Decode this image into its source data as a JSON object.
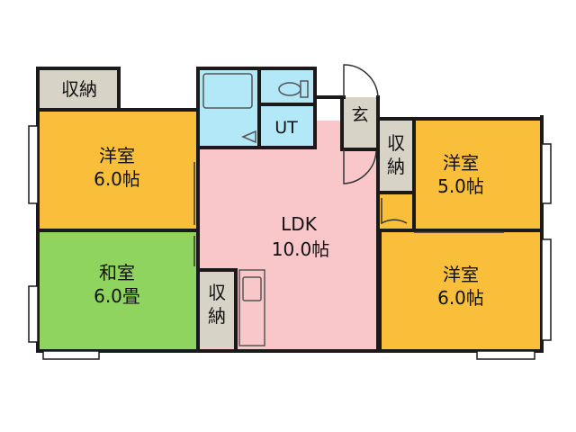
{
  "floor_plan": {
    "colors": {
      "wall": "#1a1a1a",
      "western": "#f9bf3b",
      "japanese": "#8ed45e",
      "ldk": "#f9c7c9",
      "wet": "#b3e8f9",
      "storage": "#d7d3c6",
      "background": "#ffffff"
    },
    "rooms": {
      "storage_top": {
        "label": "収納"
      },
      "western_left": {
        "name": "洋室",
        "size": "6.0帖"
      },
      "japanese": {
        "name": "和室",
        "size": "6.0畳"
      },
      "ldk": {
        "name": "LDK",
        "size": "10.0帖"
      },
      "storage_mid": {
        "line1": "収",
        "line2": "納"
      },
      "ut": {
        "label": "UT"
      },
      "genkan": {
        "label": "玄"
      },
      "storage_right": {
        "line1": "収",
        "line2": "納"
      },
      "western_upper_right": {
        "name": "洋室",
        "size": "5.0帖"
      },
      "western_lower_right": {
        "name": "洋室",
        "size": "6.0帖"
      }
    }
  }
}
